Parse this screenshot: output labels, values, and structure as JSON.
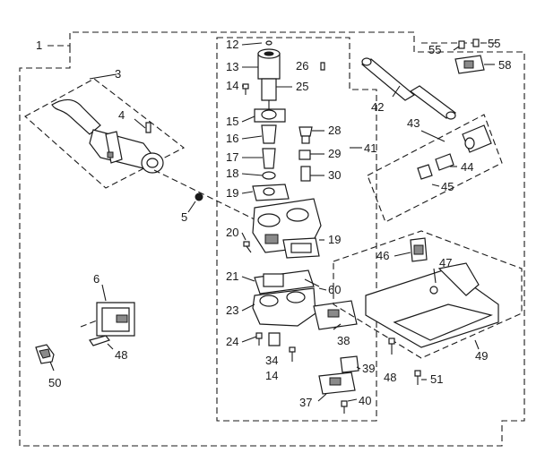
{
  "diagram": {
    "labels": {
      "p1": "1",
      "p3": "3",
      "p4": "4",
      "p5": "5",
      "p6": "6",
      "p12": "12",
      "p13": "13",
      "p14a": "14",
      "p14b": "14",
      "p15": "15",
      "p16": "16",
      "p17": "17",
      "p18": "18",
      "p19a": "19",
      "p19b": "19",
      "p20": "20",
      "p21": "21",
      "p23": "23",
      "p24": "24",
      "p25": "25",
      "p26": "26",
      "p28": "28",
      "p29": "29",
      "p30": "30",
      "p34": "34",
      "p37": "37",
      "p38": "38",
      "p39": "39",
      "p40": "40",
      "p41": "41",
      "p42": "42",
      "p43": "43",
      "p44": "44",
      "p45": "45",
      "p46": "46",
      "p47": "47",
      "p48a": "48",
      "p48b": "48",
      "p49": "49",
      "p50": "50",
      "p51": "51",
      "p55a": "55",
      "p55b": "55",
      "p58": "58",
      "p60": "60"
    }
  }
}
